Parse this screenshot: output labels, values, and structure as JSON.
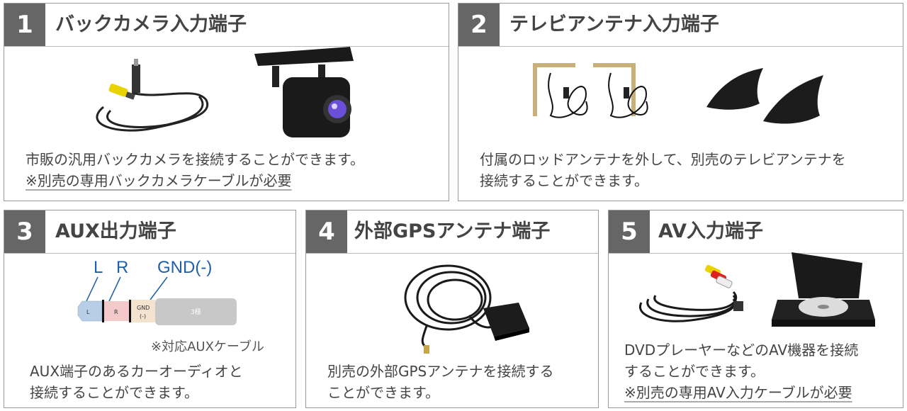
{
  "sections": [
    {
      "number": "1",
      "title": "バックカメラ入力端子",
      "desc_lines": [
        "市販の汎用バックカメラを接続することができます。"
      ],
      "note": "※別売の専用バックカメラケーブルが必要"
    },
    {
      "number": "2",
      "title": "テレビアンテナ入力端子",
      "desc_lines": [
        "付属のロッドアンテナを外して、別売のテレビアンテナを",
        "接続することができます。"
      ]
    },
    {
      "number": "3",
      "title": "AUX出力端子",
      "desc_lines": [
        "AUX端子のあるカーオーディオと",
        "接続することができます。"
      ],
      "diagram": {
        "label_l": "L",
        "label_r": "R",
        "label_gnd": "GND(-)",
        "seg_l": "L",
        "seg_r": "R",
        "seg_gnd_1": "GND",
        "seg_gnd_2": "(-)",
        "seg_pole": "3極",
        "cable_note": "※対応AUXケーブル"
      }
    },
    {
      "number": "4",
      "title": "外部GPSアンテナ端子",
      "desc_lines": [
        "別売の外部GPSアンテナを接続する",
        "ことができます。"
      ]
    },
    {
      "number": "5",
      "title": "AV入力端子",
      "desc_lines": [
        "DVDプレーヤーなどのAV機器を接続",
        "することができます。"
      ],
      "note": "※別売の専用AV入力ケーブルが必要"
    }
  ],
  "colors": {
    "number_bg": "#666666",
    "label_blue": "#1f5fa8",
    "seg_l": "#b7cde8",
    "seg_r": "#f4c9c9",
    "seg_gnd": "#f3e3cf",
    "seg_pole": "#c8c8c8"
  }
}
